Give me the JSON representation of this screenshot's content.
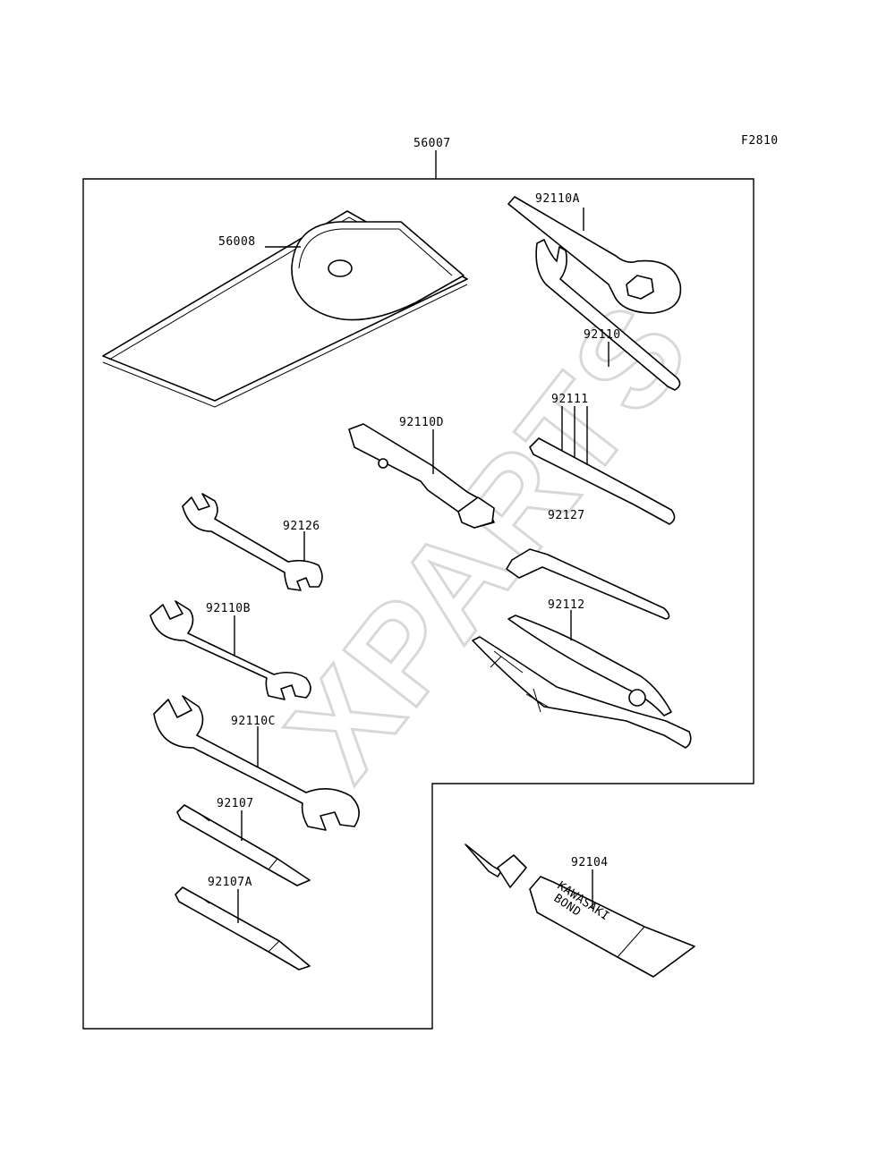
{
  "figure_code": "F2810",
  "parts": [
    {
      "id": "56007"
    },
    {
      "id": "56008"
    },
    {
      "id": "92110A"
    },
    {
      "id": "92110"
    },
    {
      "id": "92110D"
    },
    {
      "id": "92111"
    },
    {
      "id": "92127"
    },
    {
      "id": "92126"
    },
    {
      "id": "92110B"
    },
    {
      "id": "92112"
    },
    {
      "id": "92110C"
    },
    {
      "id": "92107"
    },
    {
      "id": "92107A"
    },
    {
      "id": "92104"
    }
  ],
  "tube_print": {
    "line1": "KAWASAKI",
    "line2": "BOND"
  },
  "watermark": "XPARTS",
  "colors": {
    "ink": "#000000",
    "background": "#ffffff",
    "watermark": "#e6e6e6"
  }
}
